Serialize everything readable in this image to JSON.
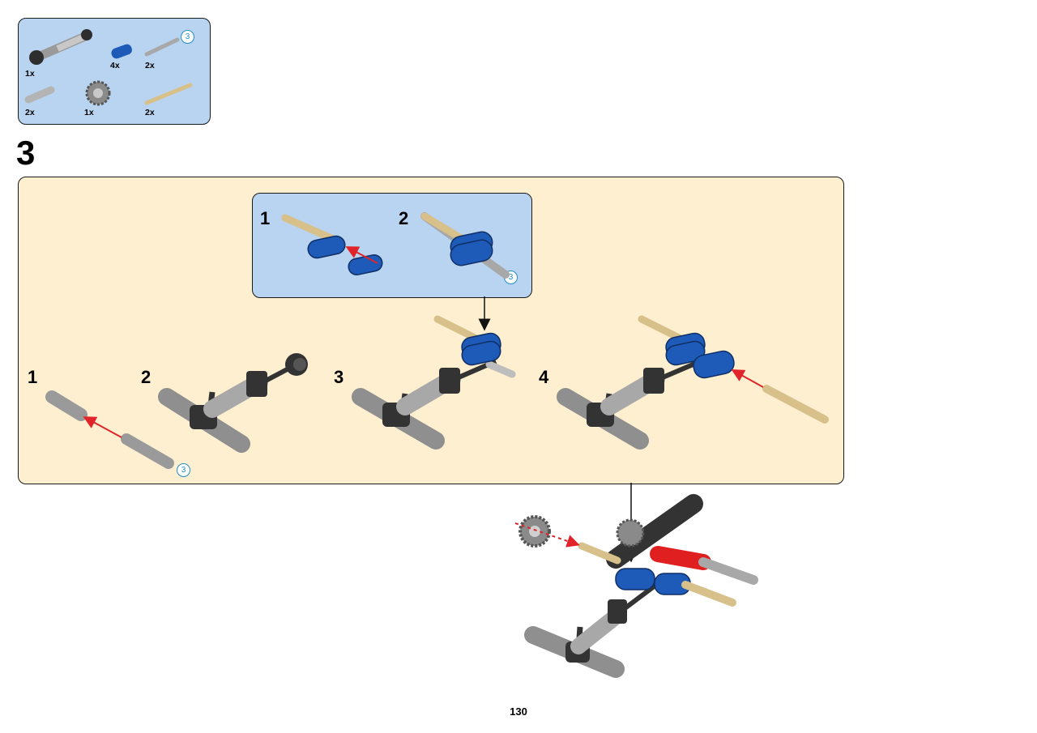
{
  "parts_list": {
    "items": [
      {
        "name": "shock-absorber",
        "qty": "1x"
      },
      {
        "name": "blue-connector",
        "qty": "4x"
      },
      {
        "name": "grey-axle-3",
        "qty": "2x",
        "badge": "3"
      },
      {
        "name": "bush",
        "qty": "2x"
      },
      {
        "name": "gear-16-tooth",
        "qty": "1x"
      },
      {
        "name": "tan-axle-pin",
        "qty": "2x"
      }
    ]
  },
  "step": {
    "number": "3"
  },
  "sub_assembly": {
    "steps": [
      {
        "number": "1"
      },
      {
        "number": "2",
        "badge": "3"
      }
    ]
  },
  "sequence": {
    "steps": [
      {
        "number": "1",
        "badge": "3"
      },
      {
        "number": "2"
      },
      {
        "number": "3"
      },
      {
        "number": "4"
      }
    ]
  },
  "page": {
    "number": "130"
  },
  "colors": {
    "parts_bg": "#b8d4f0",
    "panel_bg": "#fdefcf",
    "arrow_red": "#e0242a",
    "brick_blue": "#1e5bb8",
    "axle_grey": "#9a9a9a",
    "tan": "#d8c08a",
    "dark_grey": "#3a3a3a",
    "red_part": "#e02020"
  }
}
